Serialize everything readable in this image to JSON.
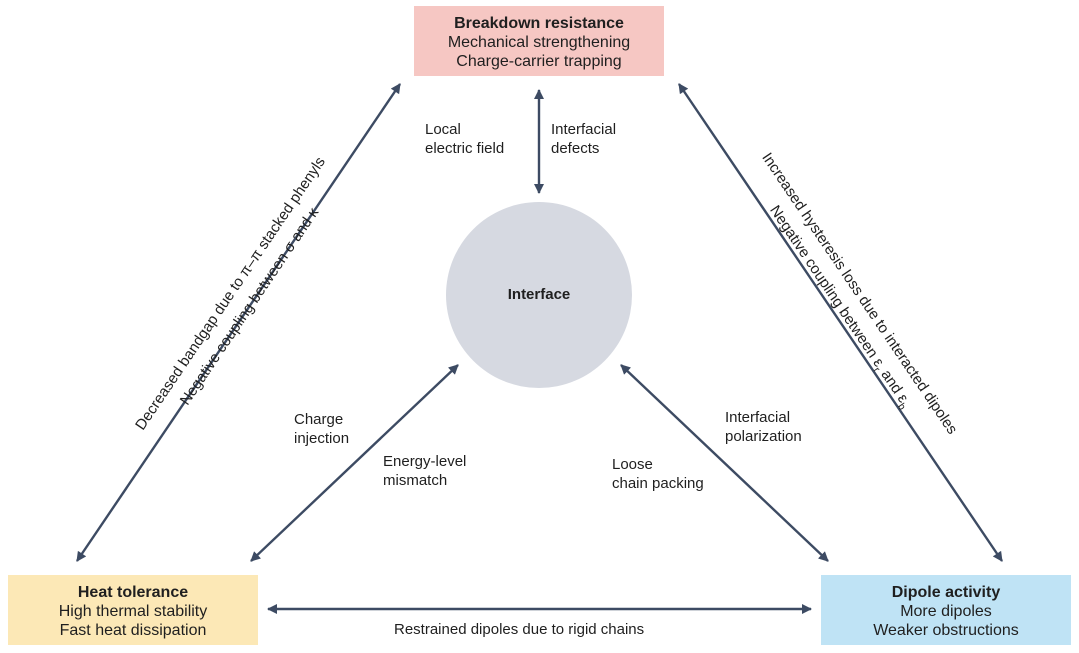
{
  "nodes": {
    "breakdown": {
      "title": "Breakdown resistance",
      "line1": "Mechanical strengthening",
      "line2": "Charge-carrier trapping"
    },
    "heat": {
      "title": "Heat tolerance",
      "line1": "High thermal stability",
      "line2": "Fast heat dissipation"
    },
    "dipole": {
      "title": "Dipole activity",
      "line1": "More dipoles",
      "line2": "Weaker obstructions"
    },
    "interface": {
      "label": "Interface"
    }
  },
  "edges": {
    "top_center": {
      "left_line1": "Local",
      "left_line2": "electric field",
      "right_line1": "Interfacial",
      "right_line2": "defects"
    },
    "left_center": {
      "upper_line1": "Charge",
      "upper_line2": "injection",
      "lower_line1": "Energy-level",
      "lower_line2": "mismatch"
    },
    "right_center": {
      "upper_line1": "Interfacial",
      "upper_line2": "polarization",
      "lower_line1": "Loose",
      "lower_line2": "chain packing"
    },
    "left_side": {
      "line1": "Decreased bandgap due to π–π stacked phenyls",
      "line2": "Negative coupling between σ and κ"
    },
    "right_side": {
      "line1": "Increased hysteresis loss due to interacted dipoles",
      "line2_prefix": "Negative coupling between ε",
      "line2_sub1": "r",
      "line2_mid": " and ε",
      "line2_sub2": "b"
    },
    "bottom": {
      "label": "Restrained dipoles due to rigid chains"
    }
  },
  "colors": {
    "arrow": "#3d4b63",
    "breakdown_fill": "#f6c7c3",
    "heat_fill": "#fce8b6",
    "dipole_fill": "#bfe3f5",
    "interface_fill": "#d6d9e1"
  }
}
